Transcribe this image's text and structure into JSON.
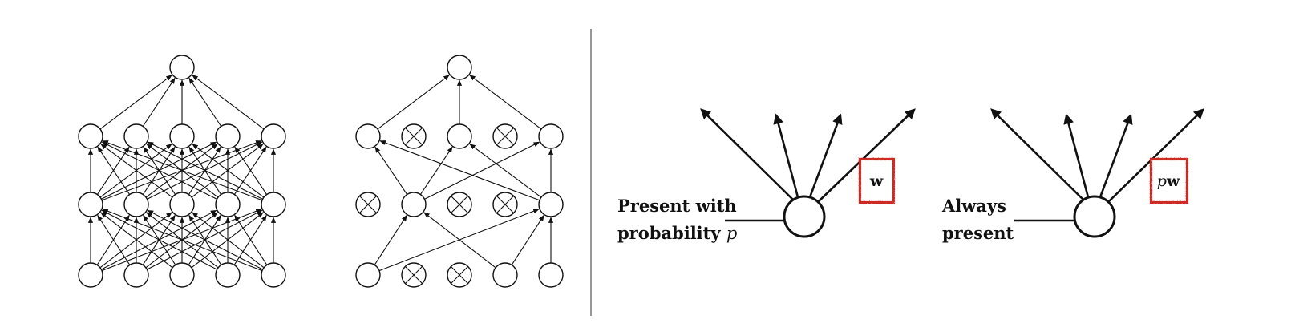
{
  "train_unit": {
    "label_line1": "Present with",
    "label_line2": "probability",
    "label_var": "p",
    "weight": "w"
  },
  "test_unit": {
    "label_line1": "Always",
    "label_line2": "present",
    "weight_prefix": "p",
    "weight": "w"
  },
  "colors": {
    "ink": "#111111",
    "highlight_box": "#cc2b20",
    "divider": "#555555"
  }
}
